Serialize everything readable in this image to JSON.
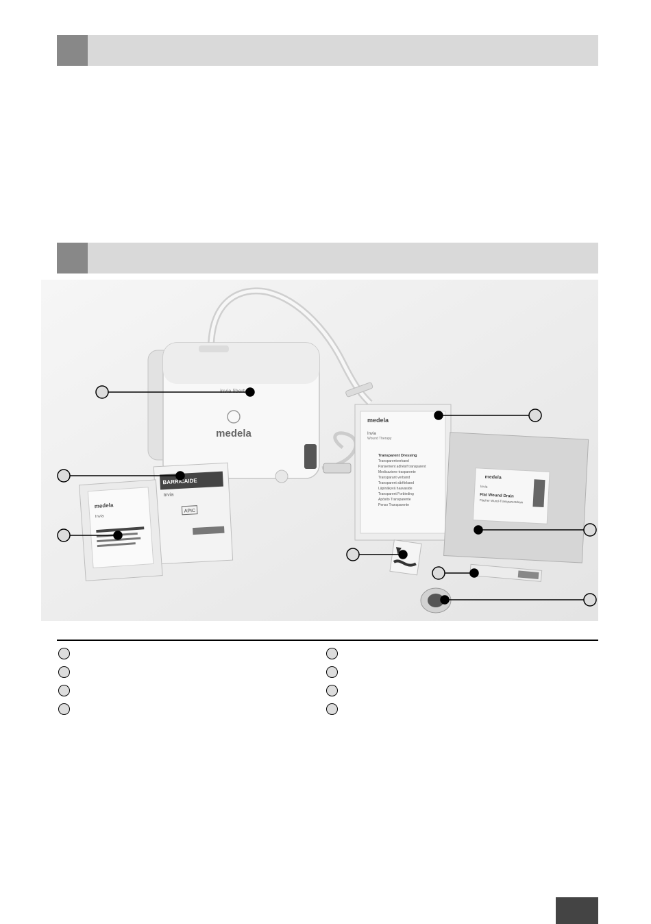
{
  "colors": {
    "bar": "#d9d9d9",
    "bar_tab": "#888888",
    "photo_bg": "#efefef",
    "callout": "#000000",
    "callout_circle_fill": "#dddddd",
    "page_tab": "#444444"
  },
  "pump": {
    "brand": "medela",
    "tagline": "invia liberty"
  },
  "packages": {
    "dressing_kit_brand": "medela",
    "dressing_kit_product": "Invia",
    "dressing_kit_subtitle": "Wound Therapy",
    "dressing_kit_label": "Transparent Dressing",
    "dressing_kit_label_lines": [
      "Transparentverband",
      "Pansement adhésif transparent",
      "Medicazione trasparente",
      "Transparant verband",
      "Transparent sårförband",
      "Läpinäkyvä haavaside",
      "Transparent Forbinding",
      "Apósito Transparente",
      "Penso Transparente"
    ],
    "flat_drain_brand": "medela",
    "flat_drain_product": "Invia",
    "flat_drain_title": "Flat Wound Drain",
    "flat_drain_subtitle": "Flacher Wund-Transparentdrain",
    "foam_label_brand": "medela",
    "foam_label_product": "Invia",
    "gauze_label": "BARRICAIDE",
    "gauze_sub": "Invia",
    "apic_label": "APIC"
  },
  "callouts": [
    {
      "id": "pump"
    },
    {
      "id": "foam-kit"
    },
    {
      "id": "gauze-kit"
    },
    {
      "id": "dressing-kit"
    },
    {
      "id": "flat-drain"
    },
    {
      "id": "sachet"
    },
    {
      "id": "connector"
    },
    {
      "id": "tape-roll"
    }
  ],
  "legend": {
    "left": [
      "",
      "",
      "",
      ""
    ],
    "right": [
      "",
      "",
      "",
      ""
    ]
  }
}
